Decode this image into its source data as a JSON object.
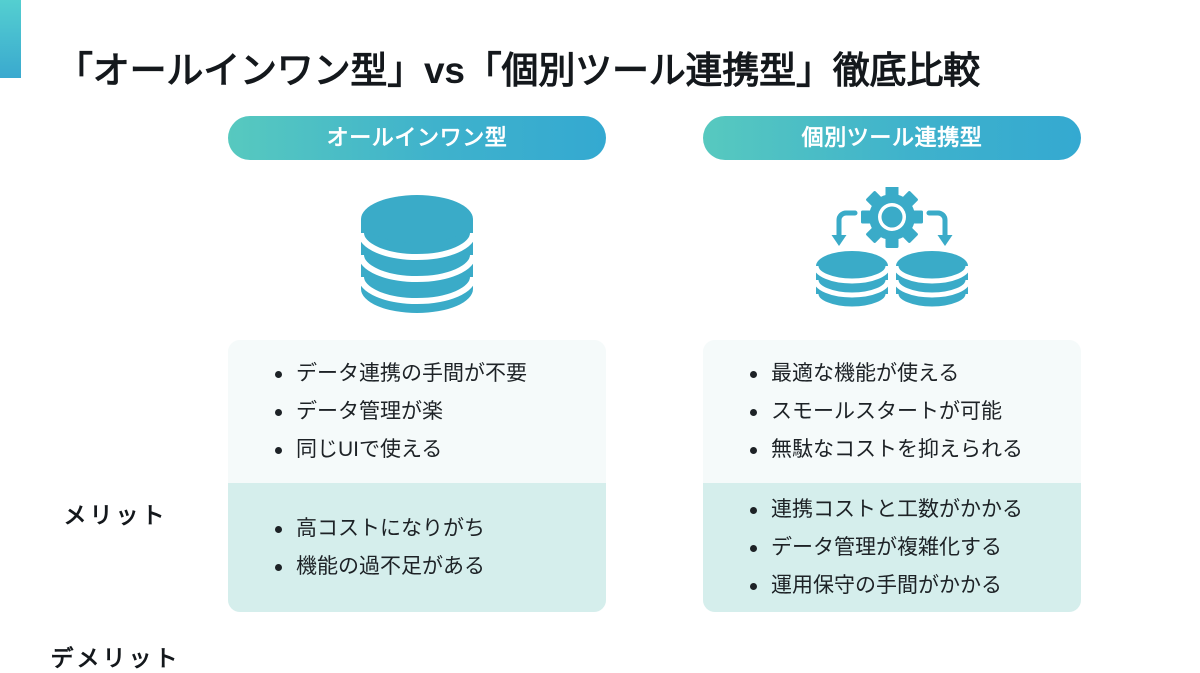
{
  "page": {
    "title": "「オールインワン型」vs「個別ツール連携型」徹底比較",
    "accent_gradient_from": "#54cfd0",
    "accent_gradient_to": "#3aa9cf",
    "background": "#ffffff"
  },
  "row_labels": {
    "merit": "メリット",
    "demerit": "デメリット"
  },
  "theme": {
    "pill_gradient_from": "#57c9bf",
    "pill_gradient_to": "#34a9d1",
    "icon_color": "#3aabc8",
    "merit_cell_bg": "#f5fafa",
    "demerit_cell_bg": "#d5eeec",
    "text_color": "#1d2226"
  },
  "columns": [
    {
      "id": "all-in-one",
      "heading": "オールインワン型",
      "icon": "database-stack-icon",
      "merits": [
        "データ連携の手間が不要",
        "データ管理が楽",
        "同じUIで使える"
      ],
      "demerits": [
        "高コストになりがち",
        "機能の過不足がある"
      ]
    },
    {
      "id": "best-of-breed",
      "heading": "個別ツール連携型",
      "icon": "gear-two-databases-icon",
      "merits": [
        "最適な機能が使える",
        "スモールスタートが可能",
        "無駄なコストを抑えられる"
      ],
      "demerits": [
        "連携コストと工数がかかる",
        "データ管理が複雑化する",
        "運用保守の手間がかかる"
      ]
    }
  ]
}
